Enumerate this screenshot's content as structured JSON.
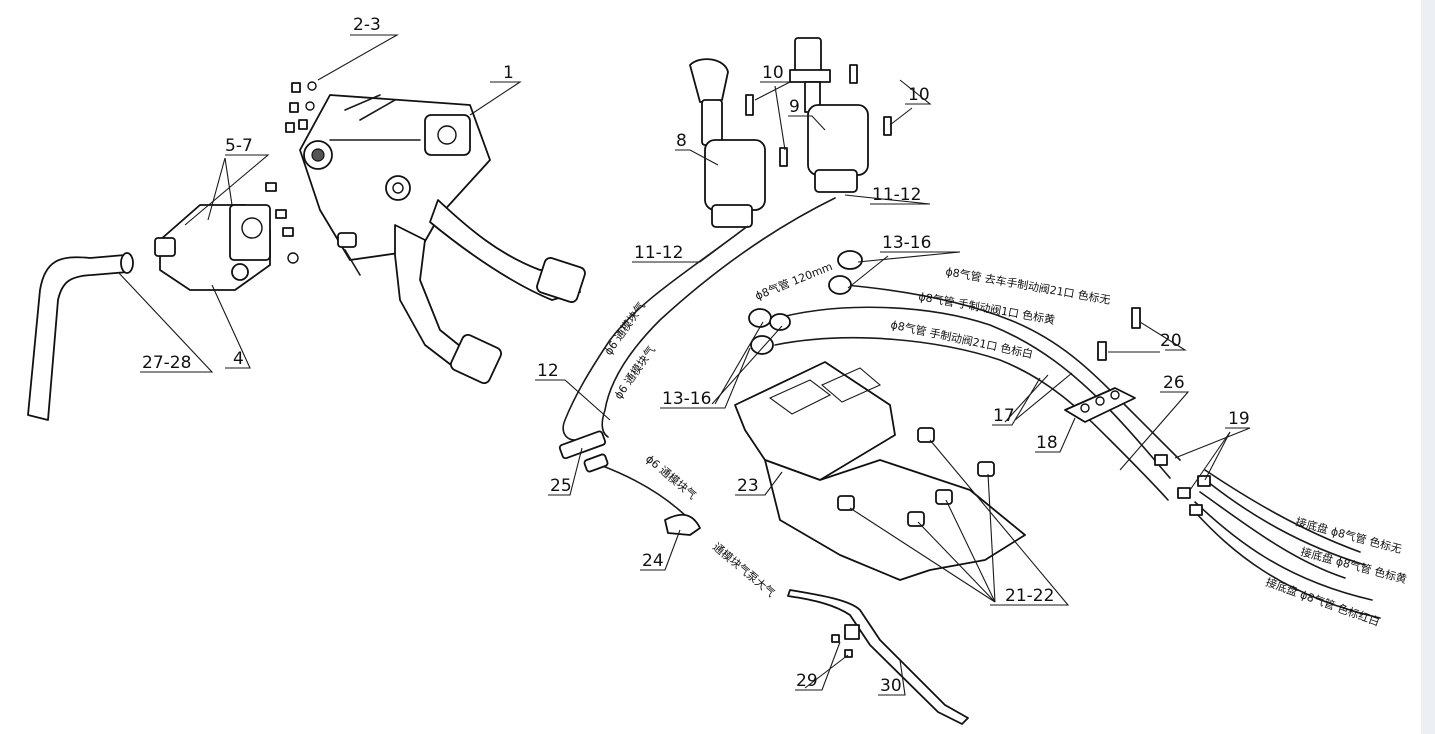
{
  "labels": {
    "p1": "1",
    "p2_3": "2-3",
    "p4": "4",
    "p5_7": "5-7",
    "p8": "8",
    "p9": "9",
    "p10a": "10",
    "p10b": "10",
    "p11_12a": "11-12",
    "p11_12b": "11-12",
    "p12": "12",
    "p13_16a": "13-16",
    "p13_16b": "13-16",
    "p17": "17",
    "p18": "18",
    "p19": "19",
    "p20": "20",
    "p21_22": "21-22",
    "p23": "23",
    "p24": "24",
    "p25": "25",
    "p26": "26",
    "p27_28": "27-28",
    "p29": "29",
    "p30": "30"
  },
  "notes": {
    "hose_120": "ϕ8气管 120mm",
    "hose_a": "ϕ8气管 去车手制动阀21口 色标无",
    "hose_b": "ϕ8气管 手制动阀1口 色标黄",
    "hose_c": "ϕ8气管 手制动阀21口 色标白",
    "hose_d": "ϕ6 通模块气",
    "hose_e": "ϕ6 通模块气",
    "hose_f": "ϕ6 通模块气",
    "hose_g": "通模块气泵大气",
    "out_1": "接底盘 ϕ8气管 色标无",
    "out_2": "接底盘 ϕ8气管 色标黄",
    "out_3": "接底盘 ϕ8气管 色标红白"
  },
  "colors": {
    "line": "#1a1a1a",
    "background": "#ffffff",
    "scrollbar": "#eceff3"
  }
}
